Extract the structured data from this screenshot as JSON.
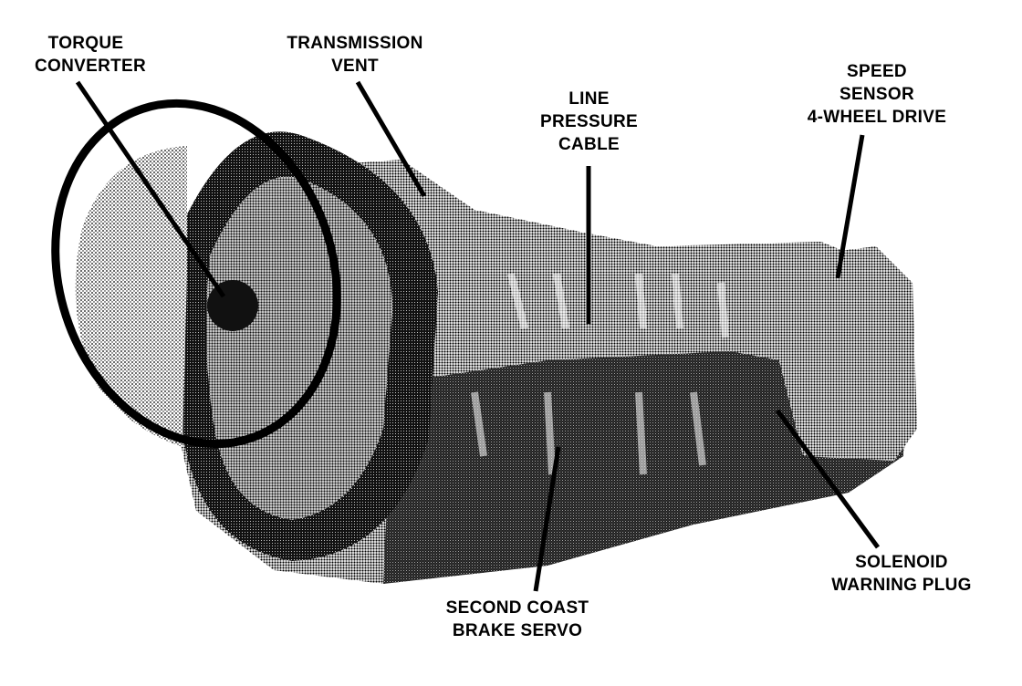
{
  "colors": {
    "ink": "#000000",
    "paper": "#ffffff",
    "dark_tone": "#1a1a1a",
    "mid_tone": "#5a5a5a",
    "light_tone": "#bdbdbd"
  },
  "labels": {
    "torque_converter": [
      "TORQUE",
      "CONVERTER"
    ],
    "transmission_vent": [
      "TRANSMISSION",
      "VENT"
    ],
    "line_pressure_cable": [
      "LINE",
      "PRESSURE",
      "CABLE"
    ],
    "speed_sensor": [
      "SPEED",
      "SENSOR",
      "4-WHEEL DRIVE"
    ],
    "solenoid_warning_plug": [
      "SOLENOID",
      "WARNING PLUG"
    ],
    "second_coast_brake_servo": [
      "SECOND COAST",
      "BRAKE SERVO"
    ]
  }
}
